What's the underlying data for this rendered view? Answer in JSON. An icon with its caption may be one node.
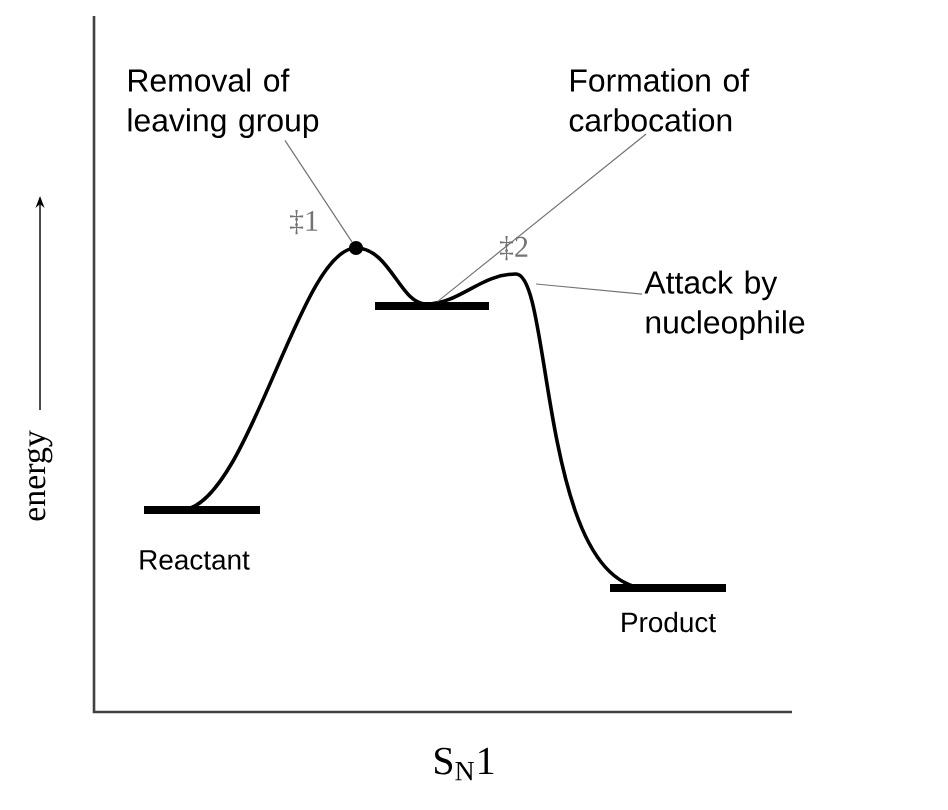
{
  "diagram": {
    "nodes": [
      {
        "text": [
          "Removal of leaving group"
        ]
      },
      {
        "text": [],
        "shape": "circle"
      },
      {
        "text": [
          "Formation of carbocation"
        ]
      },
      {
        "text": [],
        "shape": "bar"
      },
      {
        "text": [
          "Attack by nucleophile"
        ]
      }
    ],
    "edges": [
      {
        "from": 0,
        "to": 1,
        "arrow": "none"
      },
      {
        "from": 2,
        "to": 3,
        "arrow": "none"
      },
      {
        "from": 4,
        "to": null,
        "arrow": "none"
      }
    ],
    "labels": [
      "‡1",
      "‡2",
      "Reactant",
      "Product",
      "energy",
      "S$_{N}$1"
    ]
  }
}
